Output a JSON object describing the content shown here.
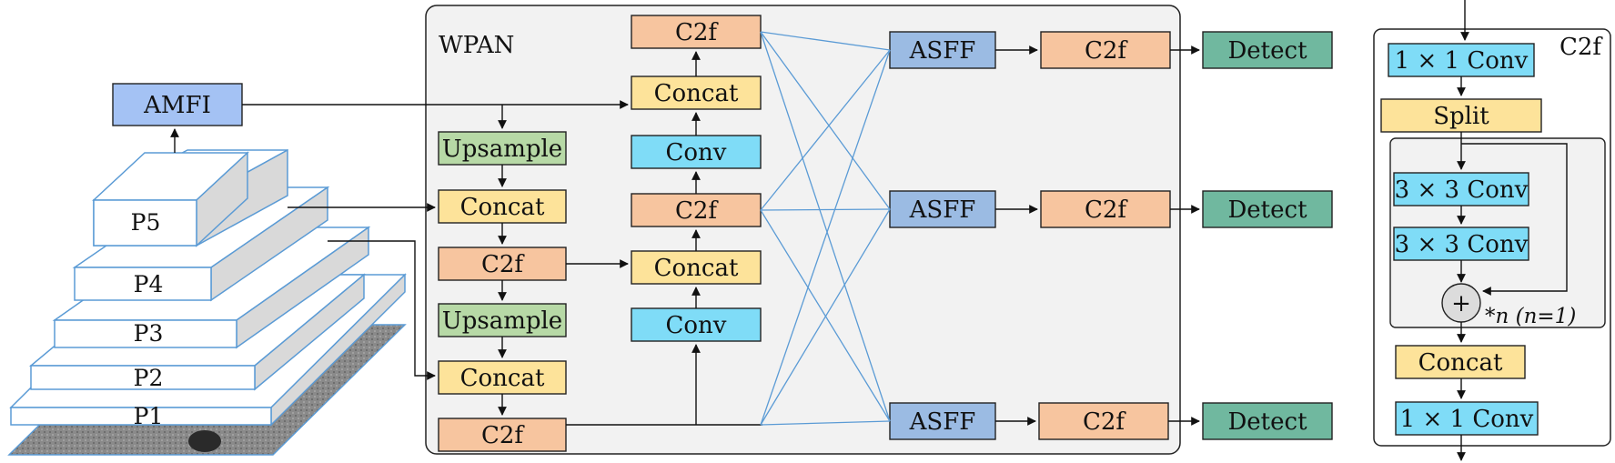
{
  "colors": {
    "upsample": "#b7d9a6",
    "concat": "#fde39a",
    "c2f": "#f7c59f",
    "conv": "#7fdcf7",
    "asff": "#9bbbe3",
    "detect": "#70b89f",
    "amfi": "#a4c2f4",
    "panel": "#f2f2f2",
    "pyramid_side": "#d9d9d9",
    "pyramid_edge": "#5b9bd5"
  },
  "wpan": {
    "title": "WPAN",
    "col1": [
      "Upsample",
      "Concat",
      "C2f",
      "Upsample",
      "Concat",
      "C2f"
    ],
    "col2": [
      "C2f",
      "Concat",
      "Conv",
      "C2f",
      "Concat",
      "Conv"
    ]
  },
  "amfi": {
    "label": "AMFI"
  },
  "pyramid": {
    "levels": [
      "P5",
      "P4",
      "P3",
      "P2",
      "P1"
    ]
  },
  "heads": {
    "asff": [
      "ASFF",
      "ASFF",
      "ASFF"
    ],
    "c2f": [
      "C2f",
      "C2f",
      "C2f"
    ],
    "detect": [
      "Detect",
      "Detect",
      "Detect"
    ]
  },
  "c2f_detail": {
    "title": "C2f",
    "conv_in": "1 × 1 Conv",
    "split": "Split",
    "conv_a": "3 × 3 Conv",
    "conv_b": "3 × 3 Conv",
    "add_symbol": "+",
    "repeat_note": "*n (n=1)",
    "concat": "Concat",
    "conv_out": "1 × 1 Conv"
  }
}
